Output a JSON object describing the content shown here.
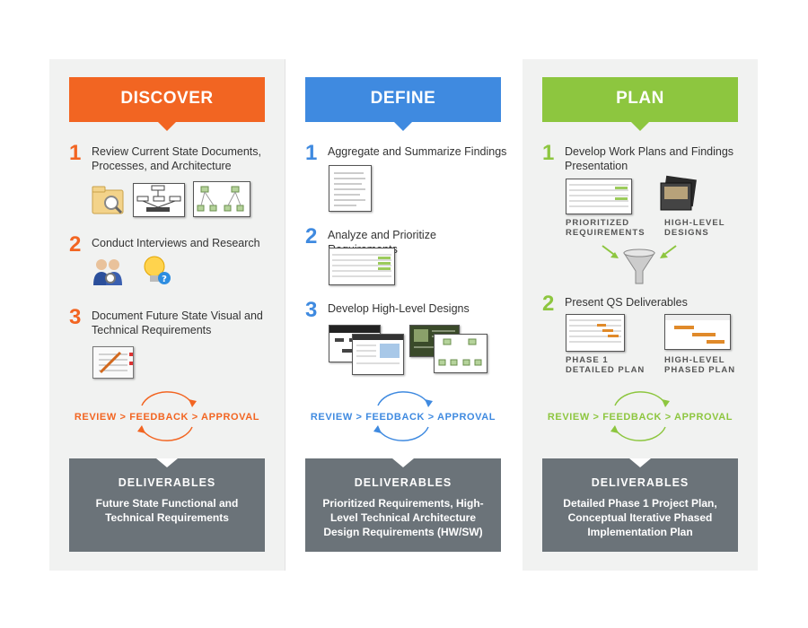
{
  "colors": {
    "discover": "#f26522",
    "define": "#3f8ae0",
    "plan": "#8dc63f",
    "deliverables_bg": "#6b7379",
    "panel_bg": "#f1f2f1"
  },
  "discover": {
    "title": "DISCOVER",
    "steps": [
      {
        "num": "1",
        "text": "Review Current State Documents, Processes, and Architecture"
      },
      {
        "num": "2",
        "text": "Conduct Interviews and Research"
      },
      {
        "num": "3",
        "text": "Document Future State Visual and Technical Requirements"
      }
    ],
    "cycle_label": "REVIEW > FEEDBACK > APPROVAL",
    "deliverables": {
      "heading": "DELIVERABLES",
      "body": "Future State Functional and Technical Requirements"
    }
  },
  "define": {
    "title": "DEFINE",
    "steps": [
      {
        "num": "1",
        "text": "Aggregate and Summarize Findings"
      },
      {
        "num": "2",
        "text": "Analyze and Prioritize Requirements"
      },
      {
        "num": "3",
        "text": "Develop High-Level Designs"
      }
    ],
    "cycle_label": "REVIEW > FEEDBACK > APPROVAL",
    "deliverables": {
      "heading": "DELIVERABLES",
      "body": "Prioritized Requirements, High-Level Technical Architecture Design Requirements (HW/SW)"
    }
  },
  "plan": {
    "title": "PLAN",
    "steps": [
      {
        "num": "1",
        "text": "Develop Work Plans and Findings Presentation"
      },
      {
        "num": "2",
        "text": "Present QS Deliverables"
      }
    ],
    "captions": {
      "prioritized": "PRIORITIZED REQUIREMENTS",
      "high_level_designs": "HIGH-LEVEL DESIGNS",
      "phase1": "PHASE 1 DETAILED PLAN",
      "phased": "HIGH-LEVEL PHASED PLAN"
    },
    "cycle_label": "REVIEW > FEEDBACK > APPROVAL",
    "deliverables": {
      "heading": "DELIVERABLES",
      "body": "Detailed Phase 1 Project Plan, Conceptual Iterative Phased Implementation Plan"
    }
  }
}
